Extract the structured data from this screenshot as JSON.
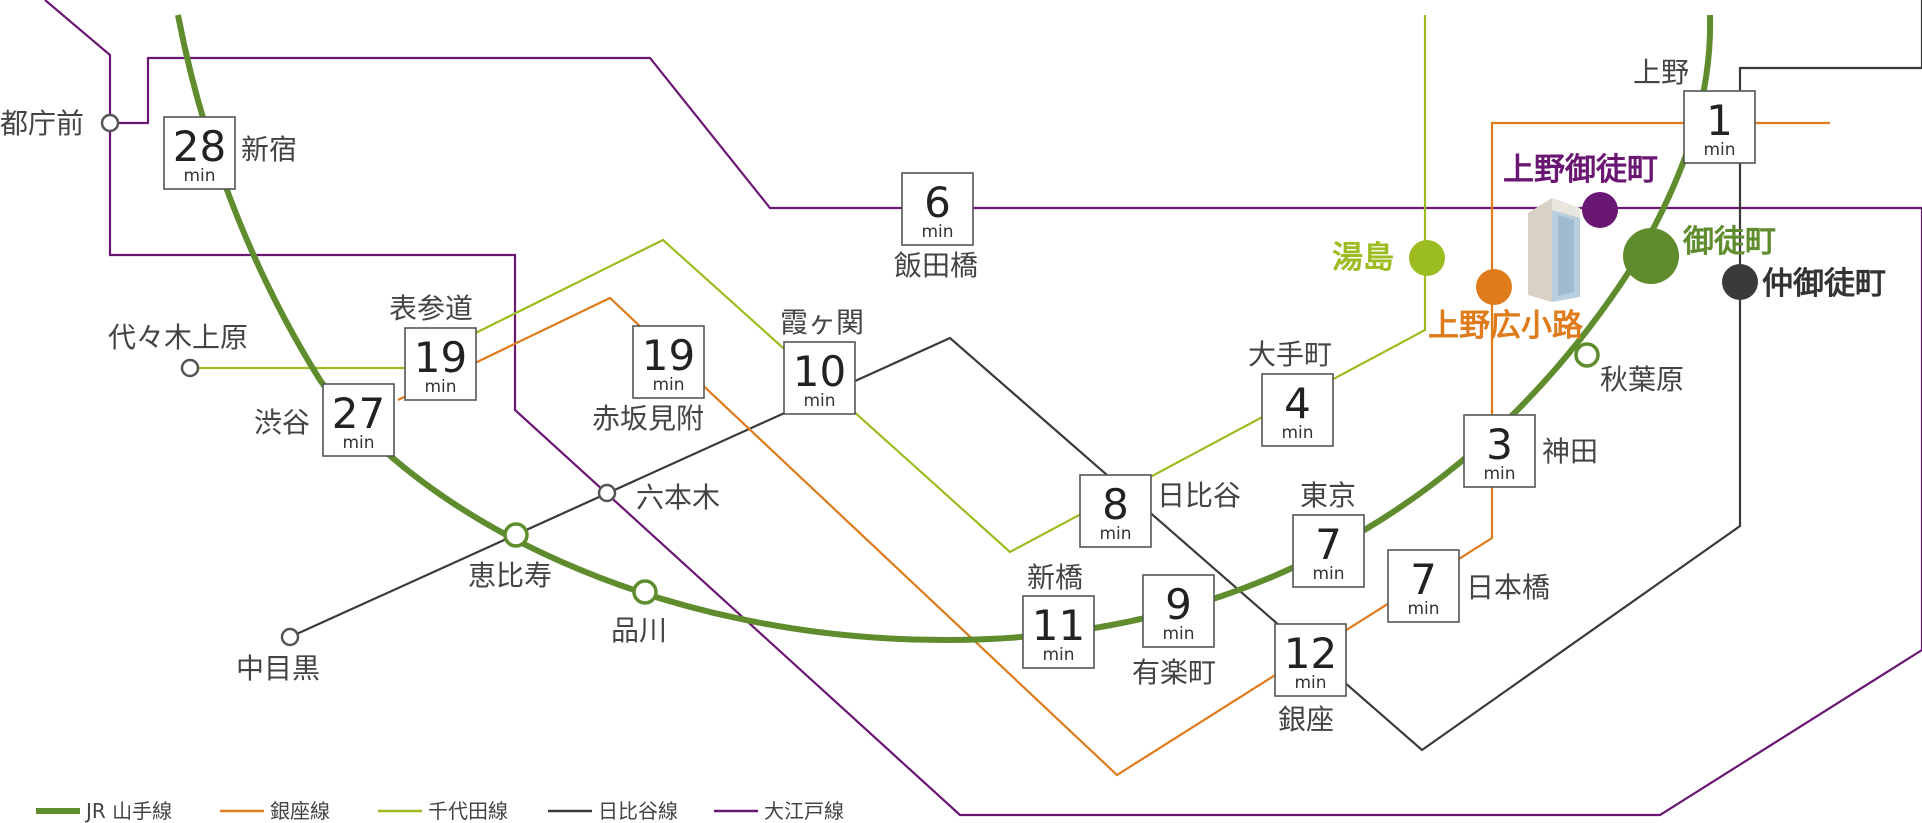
{
  "colors": {
    "jr_yamanote": "#5f8c2c",
    "ginza": "#e07b1b",
    "chiyoda": "#9bbd22",
    "hibiya": "#3a3a3a",
    "oedo": "#6a1673"
  },
  "stations": {
    "tochomae": "都庁前",
    "shinjuku": "新宿",
    "iidabashi": "飯田橋",
    "ueno": "上野",
    "ueno_okachimachi": "上野御徒町",
    "yushima": "湯島",
    "okachimachi": "御徒町",
    "naka_okachimachi": "仲御徒町",
    "ueno_hirokoji": "上野広小路",
    "yoyogi_uehara": "代々木上原",
    "omotesando": "表参道",
    "shibuya": "渋谷",
    "akasaka_mitsuke": "赤坂見附",
    "kasumigaseki": "霞ヶ関",
    "otemachi": "大手町",
    "akihabara": "秋葉原",
    "kanda": "神田",
    "hibiya": "日比谷",
    "tokyo": "東京",
    "roppongi": "六本木",
    "ebisu": "恵比寿",
    "shinagawa": "品川",
    "shimbashi": "新橋",
    "yurakucho": "有楽町",
    "nihombashi": "日本橋",
    "ginza": "銀座",
    "naka_meguro": "中目黒"
  },
  "times": {
    "unit": "min",
    "shinjuku": "28",
    "iidabashi": "6",
    "ueno": "1",
    "omotesando": "19",
    "shibuya": "27",
    "akasaka_mitsuke": "19",
    "kasumigaseki": "10",
    "otemachi": "4",
    "kanda": "3",
    "hibiya": "8",
    "tokyo": "7",
    "shimbashi": "11",
    "yurakucho": "9",
    "ginza": "12",
    "nihombashi": "7"
  },
  "legend": {
    "jr_yamanote": "JR 山手線",
    "ginza": "銀座線",
    "chiyoda": "千代田線",
    "hibiya": "日比谷線",
    "oedo": "大江戸線"
  }
}
